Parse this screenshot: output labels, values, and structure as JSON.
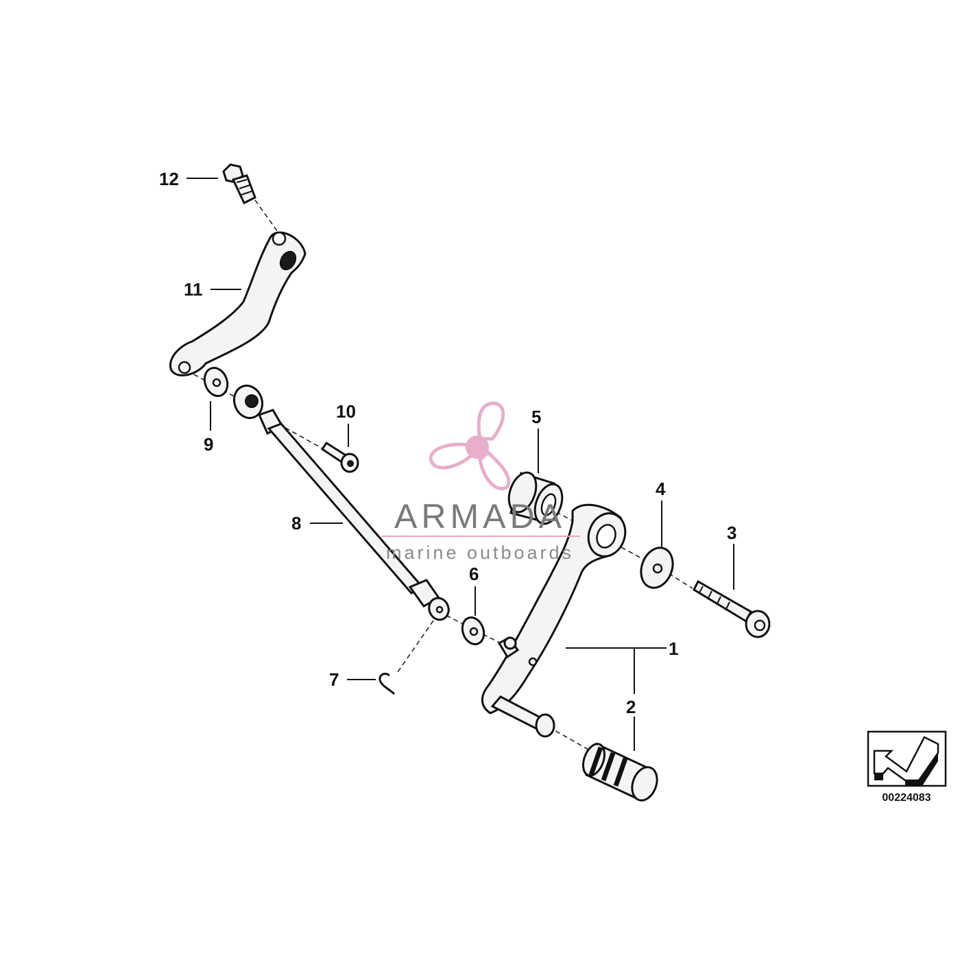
{
  "callouts": {
    "c1": "1",
    "c2": "2",
    "c3": "3",
    "c4": "4",
    "c5": "5",
    "c6": "6",
    "c7": "7",
    "c8": "8",
    "c9": "9",
    "c10": "10",
    "c11": "11",
    "c12": "12"
  },
  "watermark": {
    "name": "ARMADA",
    "tagline": "marine outboards",
    "logo_color": "#e6a6c6"
  },
  "reference_number": "00224083",
  "colors": {
    "line": "#111111",
    "background": "#ffffff"
  },
  "icons": {
    "direction": "direction-arrow-icon"
  }
}
